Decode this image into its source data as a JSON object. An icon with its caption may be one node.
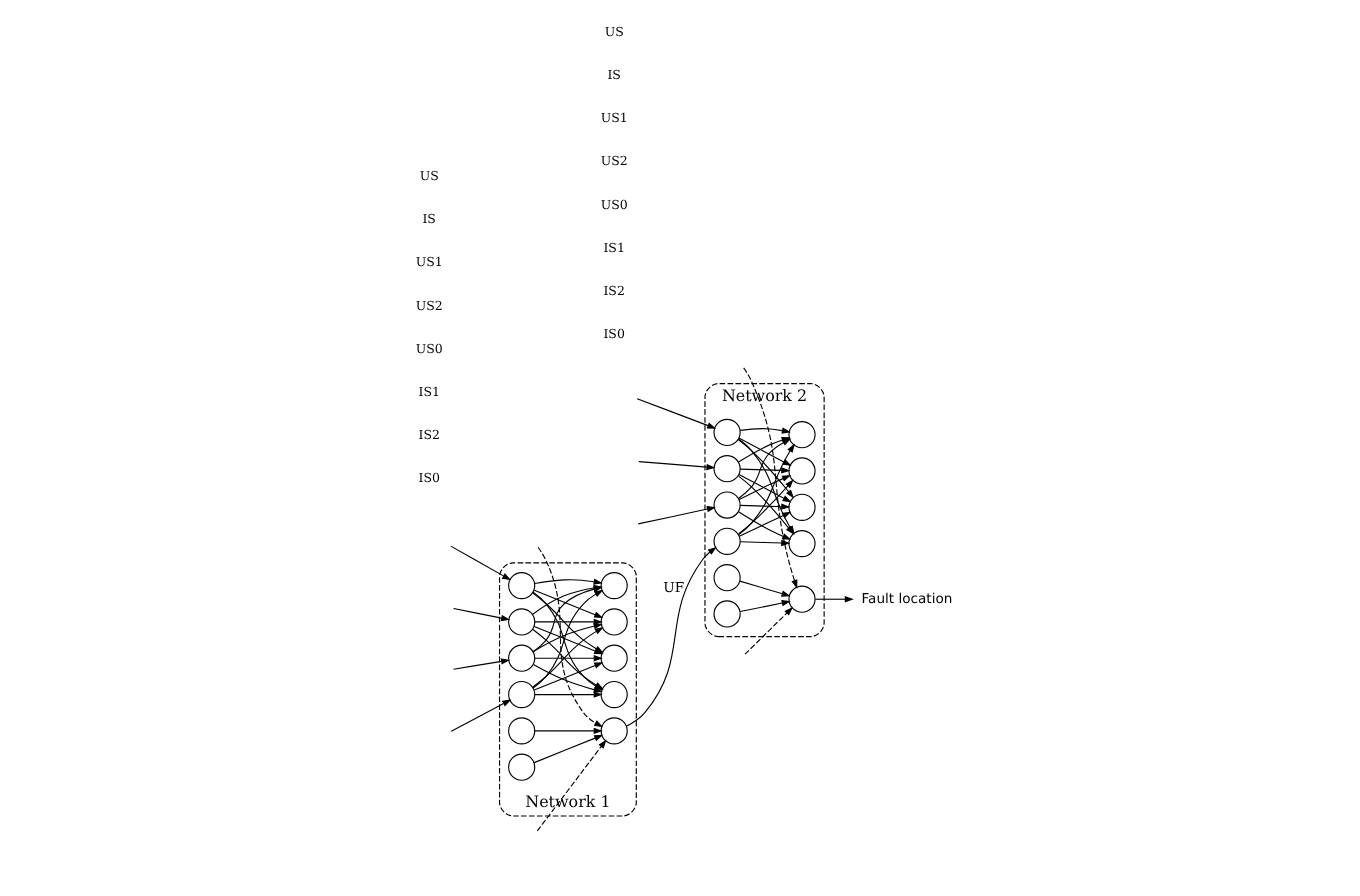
{
  "diagram": {
    "nodes": [
      {
        "text": [
          "Network 1"
        ]
      },
      {
        "text": [],
        "shape": "circle",
        "in": 0
      },
      {
        "text": [],
        "shape": "circle",
        "in": 0
      },
      {
        "text": [],
        "shape": "circle",
        "in": 0
      },
      {
        "text": [],
        "shape": "circle",
        "in": 0
      },
      {
        "text": [],
        "shape": "circle",
        "in": 0
      },
      {
        "text": [],
        "shape": "circle",
        "in": 0
      },
      {
        "text": [],
        "shape": "circle",
        "in": 0
      },
      {
        "text": [],
        "shape": "circle",
        "in": 0
      },
      {
        "text": [],
        "shape": "circle",
        "in": 0
      },
      {
        "text": [],
        "shape": "circle",
        "in": 0
      },
      {
        "text": [],
        "shape": "circle",
        "in": 0
      },
      {
        "text": [
          "Network 2"
        ]
      },
      {
        "text": [],
        "shape": "circle",
        "in": 12
      },
      {
        "text": [],
        "shape": "circle",
        "in": 12
      },
      {
        "text": [],
        "shape": "circle",
        "in": 12
      },
      {
        "text": [],
        "shape": "circle",
        "in": 12
      },
      {
        "text": [],
        "shape": "circle",
        "in": 12
      },
      {
        "text": [],
        "shape": "circle",
        "in": 12
      },
      {
        "text": [],
        "shape": "circle",
        "in": 12
      },
      {
        "text": [],
        "shape": "circle",
        "in": 12
      },
      {
        "text": [],
        "shape": "circle",
        "in": 12
      },
      {
        "text": [],
        "shape": "circle",
        "in": 12
      },
      {
        "text": [],
        "shape": "circle",
        "in": 12
      },
      {
        "text": [
          "Fault location"
        ]
      }
    ],
    "edges": [
      {
        "from": null,
        "to": 1,
        "arrow": "to"
      },
      {
        "from": null,
        "to": 2,
        "arrow": "to"
      },
      {
        "from": null,
        "to": 3,
        "arrow": "to"
      },
      {
        "from": null,
        "to": 4,
        "arrow": "to"
      },
      {
        "from": 1,
        "to": 5,
        "arrow": "to"
      },
      {
        "from": 1,
        "to": 6,
        "arrow": "to"
      },
      {
        "from": 1,
        "to": 7,
        "arrow": "to"
      },
      {
        "from": 1,
        "to": 8,
        "arrow": "to"
      },
      {
        "from": 2,
        "to": 5,
        "arrow": "to"
      },
      {
        "from": 2,
        "to": 6,
        "arrow": "to"
      },
      {
        "from": 2,
        "to": 7,
        "arrow": "to"
      },
      {
        "from": 2,
        "to": 8,
        "arrow": "to"
      },
      {
        "from": 3,
        "to": 5,
        "arrow": "to"
      },
      {
        "from": 3,
        "to": 6,
        "arrow": "to"
      },
      {
        "from": 3,
        "to": 7,
        "arrow": "to"
      },
      {
        "from": 3,
        "to": 8,
        "arrow": "to"
      },
      {
        "from": 4,
        "to": 5,
        "arrow": "to"
      },
      {
        "from": 4,
        "to": 6,
        "arrow": "to"
      },
      {
        "from": 4,
        "to": 7,
        "arrow": "to"
      },
      {
        "from": 4,
        "to": 8,
        "arrow": "to"
      },
      {
        "from": 9,
        "to": 11,
        "arrow": "to"
      },
      {
        "from": 10,
        "to": 11,
        "arrow": "to"
      },
      {
        "from": null,
        "to": 11,
        "arrow": "to",
        "style": "dashed"
      },
      {
        "from": null,
        "to": 11,
        "arrow": "to",
        "style": "dashed"
      },
      {
        "from": 11,
        "to": 13,
        "arrow": "to",
        "label": "UF"
      },
      {
        "from": null,
        "to": 14,
        "arrow": "to"
      },
      {
        "from": null,
        "to": 15,
        "arrow": "to"
      },
      {
        "from": null,
        "to": 16,
        "arrow": "to"
      },
      {
        "from": 13,
        "to": 17,
        "arrow": "to"
      },
      {
        "from": 13,
        "to": 18,
        "arrow": "to"
      },
      {
        "from": 13,
        "to": 19,
        "arrow": "to"
      },
      {
        "from": 13,
        "to": 20,
        "arrow": "to"
      },
      {
        "from": 14,
        "to": 17,
        "arrow": "to"
      },
      {
        "from": 14,
        "to": 18,
        "arrow": "to"
      },
      {
        "from": 14,
        "to": 19,
        "arrow": "to"
      },
      {
        "from": 14,
        "to": 20,
        "arrow": "to"
      },
      {
        "from": 15,
        "to": 17,
        "arrow": "to"
      },
      {
        "from": 15,
        "to": 18,
        "arrow": "to"
      },
      {
        "from": 15,
        "to": 19,
        "arrow": "to"
      },
      {
        "from": 15,
        "to": 20,
        "arrow": "to"
      },
      {
        "from": 16,
        "to": 17,
        "arrow": "to"
      },
      {
        "from": 16,
        "to": 18,
        "arrow": "to"
      },
      {
        "from": 16,
        "to": 19,
        "arrow": "to"
      },
      {
        "from": 16,
        "to": 20,
        "arrow": "to"
      },
      {
        "from": 21,
        "to": 23,
        "arrow": "to"
      },
      {
        "from": 22,
        "to": 23,
        "arrow": "to"
      },
      {
        "from": null,
        "to": 23,
        "arrow": "to",
        "style": "dashed"
      },
      {
        "from": null,
        "to": 23,
        "arrow": "to",
        "style": "dashed"
      },
      {
        "from": 23,
        "to": 24,
        "arrow": "to"
      }
    ],
    "labels": [
      "US",
      "IS",
      "US1",
      "US2",
      "US0",
      "IS1",
      "IS2",
      "IS0",
      "US",
      "IS",
      "US1",
      "US2",
      "US0",
      "IS1",
      "IS2",
      "IS0"
    ]
  }
}
